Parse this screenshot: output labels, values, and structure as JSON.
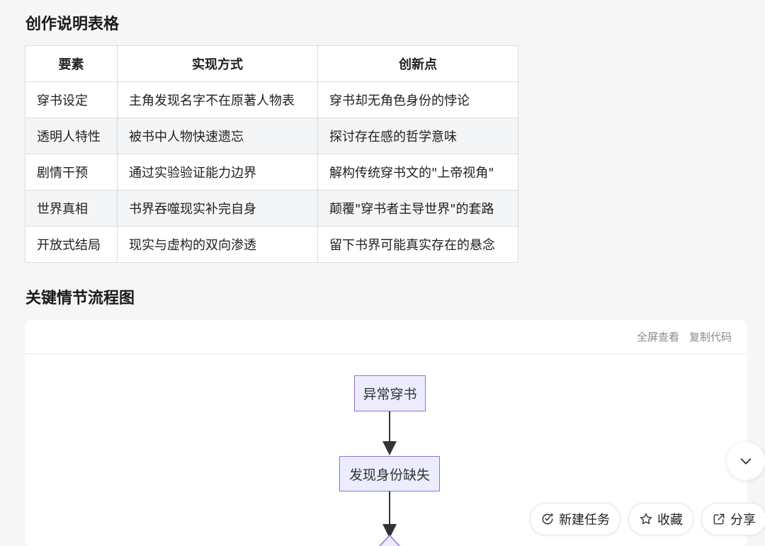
{
  "section1": {
    "title": "创作说明表格"
  },
  "table": {
    "headers": [
      "要素",
      "实现方式",
      "创新点"
    ],
    "rows": [
      [
        "穿书设定",
        "主角发现名字不在原著人物表",
        "穿书却无角色身份的悖论"
      ],
      [
        "透明人特性",
        "被书中人物快速遗忘",
        "探讨存在感的哲学意味"
      ],
      [
        "剧情干预",
        "通过实验验证能力边界",
        "解构传统穿书文的\"上帝视角\""
      ],
      [
        "世界真相",
        "书界吞噬现实补完自身",
        "颠覆\"穿书者主导世界\"的套路"
      ],
      [
        "开放式结局",
        "现实与虚构的双向渗透",
        "留下书界可能真实存在的悬念"
      ]
    ]
  },
  "section2": {
    "title": "关键情节流程图"
  },
  "code_toolbar": {
    "fullscreen": "全屏查看",
    "copy": "复制代码"
  },
  "flowchart": {
    "nodes": [
      "异常穿书",
      "发现身份缺失"
    ]
  },
  "actions": {
    "new_task": "新建任务",
    "favorite": "收藏",
    "share": "分享"
  },
  "icons": {
    "scroll_down": "chevron-down-icon",
    "new_task": "new-task-icon",
    "favorite": "star-icon",
    "share": "share-icon"
  }
}
